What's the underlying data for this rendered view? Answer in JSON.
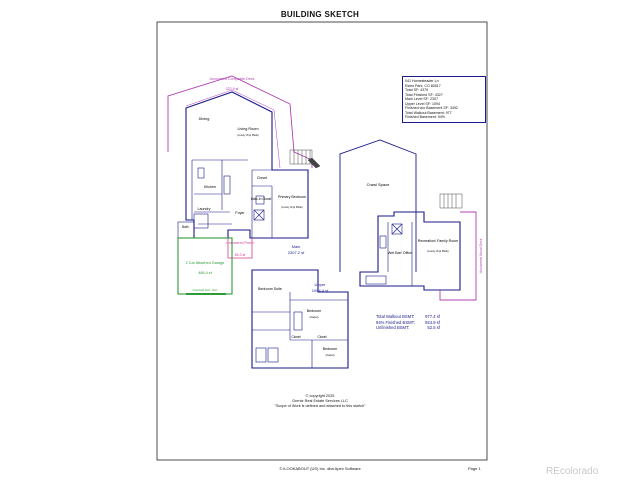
{
  "page_title": "BUILDING SKETCH",
  "info_box": [
    "041 Homesteader Ln",
    "Estes Park, CO 80517",
    "Total SF: 4379",
    "Total Finished SF: 4327",
    "Main Level SF: 2307",
    "Upper Level SF: 1094",
    "Finished w/o Basement SF: 3492",
    "Total Walkout Basement: 977",
    "Finished Basement: 94%"
  ],
  "rooms": {
    "deck_top": "Uncovered Composite Deck",
    "deck_top_sf": "322.9 sf",
    "dining": "Dining",
    "living": "Living Room",
    "living_sub": "(Luxury Vinyl Plank)",
    "closet": "Closet",
    "kitchen": "Kitchen",
    "laundry": "Laundry",
    "bath": "Bath",
    "foyer": "Foyer",
    "walkin": "Walk-In Closet",
    "primary": "Primary Bedroom",
    "primary_sub": "(Luxury Vinyl Plank)",
    "porch": "Uncovered Porch",
    "porch_sf": "65.3 sf",
    "main": "Main",
    "main_sf": "2307.2 sf",
    "garage": "2 Car Attached Garage",
    "garage_sf": "486.4 sf",
    "garage_door": "Overhead Door: 16x7",
    "crawl": "Crawl Space",
    "wetbar": "Wet Bar/ Office",
    "rec": "Recreation/ Family Room",
    "rec_sub": "(Luxury Vinyl Plank)",
    "deck_right": "Uncovered Wood Deck",
    "upper": "Upper",
    "upper_sf": "1094.4 sf",
    "bedroom_suite": "Bedroom Suite",
    "bedroom2": "Bedroom",
    "bedroom3": "Bedroom",
    "carpet": "(Carpet)",
    "closet2": "Closet",
    "closet3": "Closet"
  },
  "walkout": [
    {
      "label": "Total Walkout BSMT:",
      "value": "977.4 sf"
    },
    {
      "label": "94% Finished BSMT:",
      "value": "924.9 sf"
    },
    {
      "label": "Unfinished BSMT:",
      "value": "52.5 sf"
    }
  ],
  "copyright": {
    "line1": "© copyright 2025",
    "line2": "Grentz Real Estate Services LLC",
    "line3": "\"Scope of Work is defined and attached to this sketch\""
  },
  "footer": {
    "center": "© iLOOKABOUT (US) Inc. dba Apex Software",
    "page": "Page 1"
  },
  "watermark": "REcolorado",
  "colors": {
    "wall": "#1a1a8a",
    "deck": "#b040b0",
    "garage": "#2f9a3a",
    "porch": "#d23c8c"
  }
}
